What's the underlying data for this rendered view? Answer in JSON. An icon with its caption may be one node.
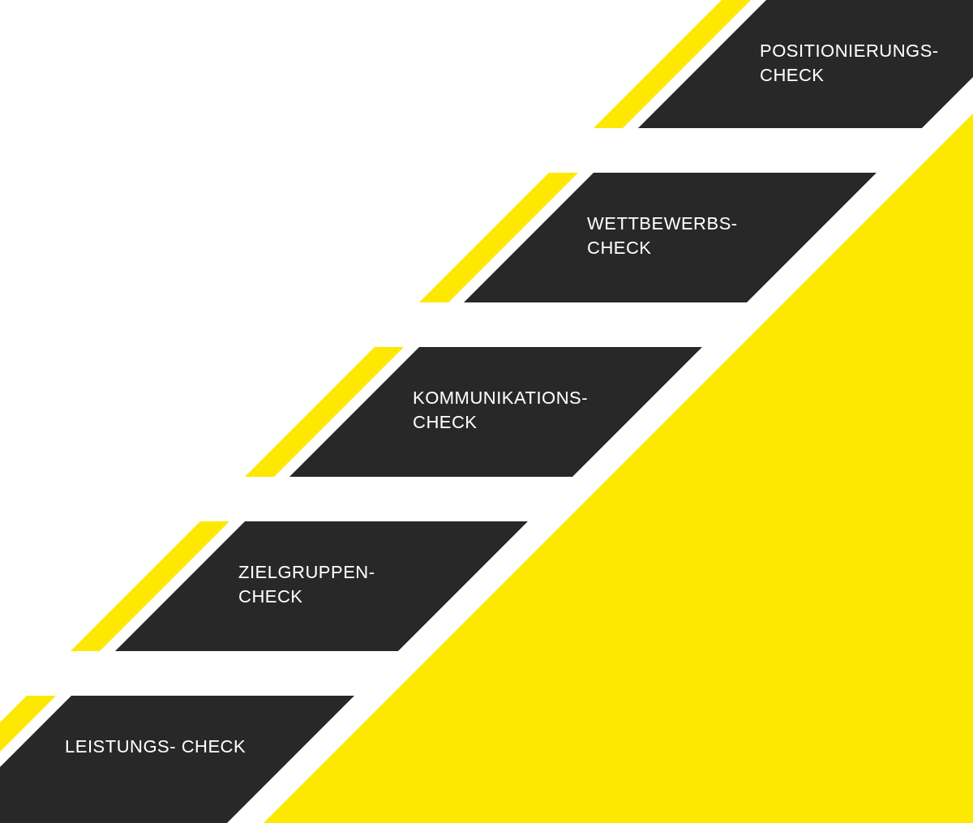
{
  "diagram": {
    "nodes": [
      {
        "text": [
          "POSITIONIERUNGS- CHECK"
        ]
      },
      {
        "text": [
          "WETTBEWERBS- CHECK"
        ]
      },
      {
        "text": [
          "KOMMUNIKATIONS- CHECK"
        ]
      },
      {
        "text": [
          "ZIELGRUPPEN- CHECK"
        ]
      },
      {
        "text": [
          "LEISTUNGS- CHECK"
        ]
      }
    ]
  }
}
